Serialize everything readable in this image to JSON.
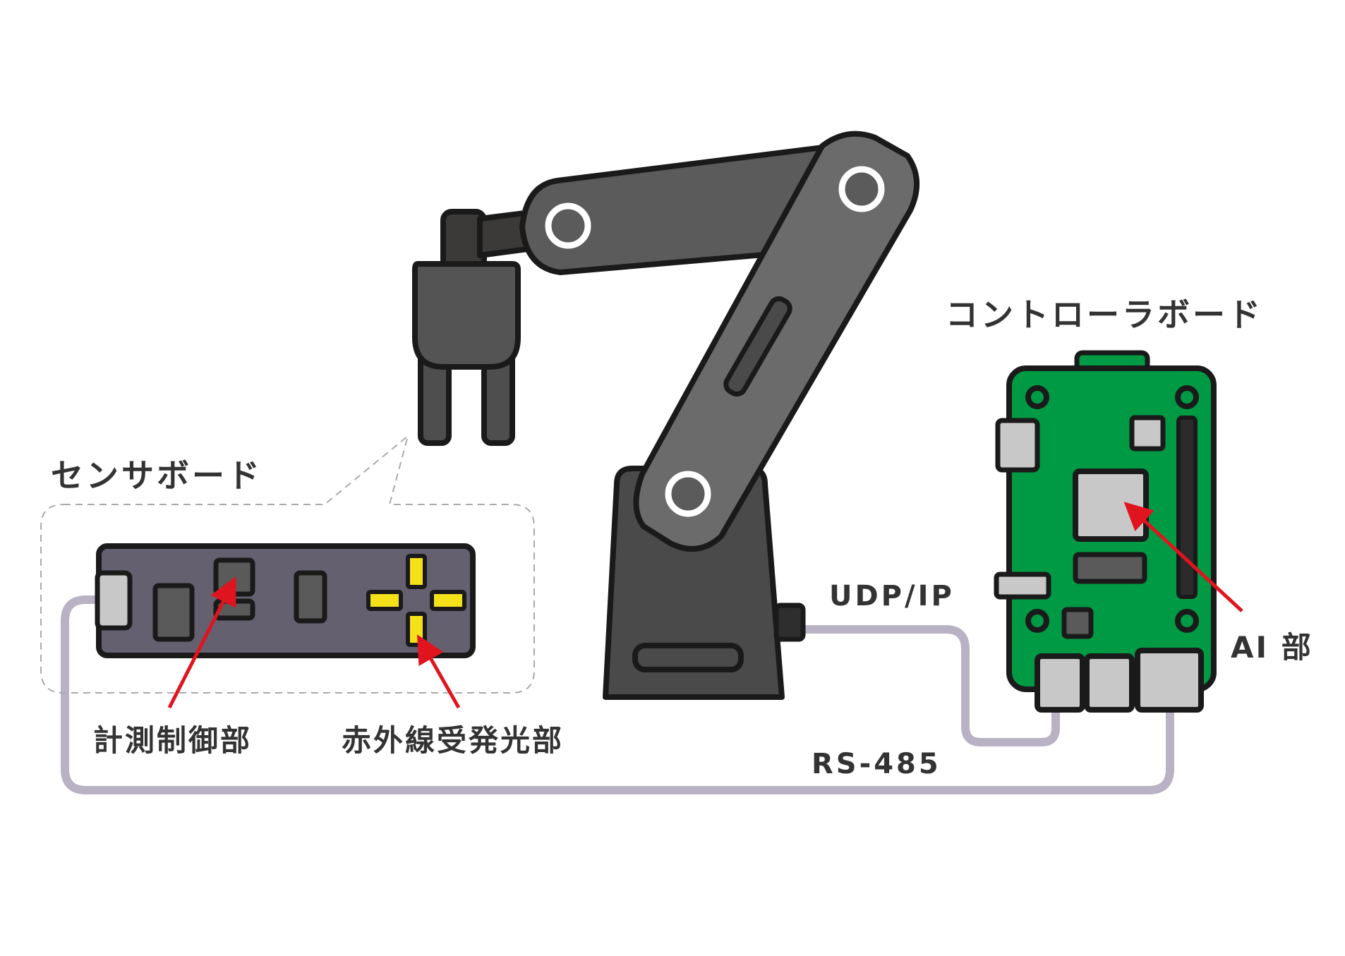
{
  "labels": {
    "sensor_board": "センサボード",
    "controller_board": "コントローラボード",
    "measurement_control": "計測制御部",
    "infrared_unit": "赤外線受発光部",
    "ai_unit": "AI 部",
    "udp_ip": "UDP/IP",
    "rs485": "RS-485"
  },
  "colors": {
    "outline": "#1a1a1a",
    "robot_arm": "#5b5b5b",
    "robot_base": "#4a4a4a",
    "sensor_board": "#646070",
    "controller_board": "#009a44",
    "infrared_led": "#f5e11a",
    "arrow": "#e0141e",
    "cable": "#b8b2c4",
    "connector": "#c8c8c8",
    "label_text": "#333333"
  }
}
